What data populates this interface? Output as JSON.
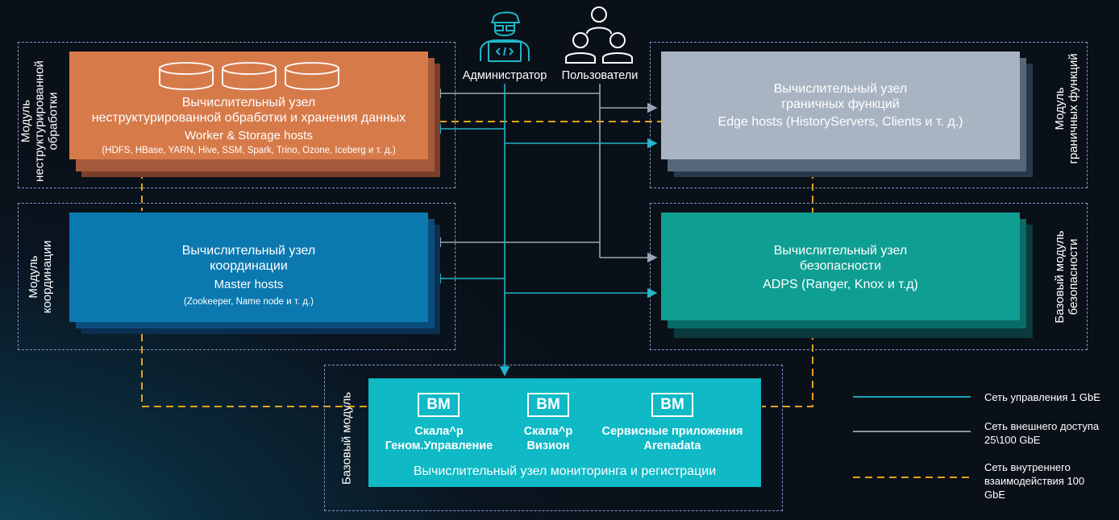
{
  "modules": {
    "unstructured": {
      "label_line1": "Модуль",
      "label_line2": "неструктурированной",
      "label_line3": "обработки"
    },
    "coordination": {
      "label_line1": "Модуль",
      "label_line2": "координации"
    },
    "edge": {
      "label_line1": "Модуль",
      "label_line2": "граничных функций"
    },
    "security": {
      "label_line1": "Базовый модуль",
      "label_line2": "безопасности"
    },
    "base": {
      "label": "Базовый модуль"
    }
  },
  "nodes": {
    "worker": {
      "title_line1": "Вычислительный узел",
      "title_line2": "неструктурированной обработки и хранения данных",
      "subtitle": "Worker & Storage hosts",
      "details": "(HDFS, HBase, YARN, Hive, SSM, Spark, Trino, Ozone, Iceberg  и т. д.)"
    },
    "master": {
      "title_line1": "Вычислительный узел",
      "title_line2": "координации",
      "subtitle": "Master hosts",
      "details": "(Zookeeper, Name node и т. д.)"
    },
    "edge": {
      "title_line1": "Вычислительный узел",
      "title_line2": "граничных функций",
      "subtitle": "Edge hosts (HistoryServers, Clients и т. д.)"
    },
    "security": {
      "title_line1": "Вычислительный узел",
      "title_line2": "безопасности",
      "subtitle": "ADPS (Ranger, Knox и т.д)"
    },
    "monitoring": {
      "title": "Вычислительный узел мониторинга и регистрации",
      "vms": [
        {
          "badge": "ВМ",
          "line1": "Скала^р",
          "line2": "Геном.Управление"
        },
        {
          "badge": "ВМ",
          "line1": "Скала^р",
          "line2": "Визион"
        },
        {
          "badge": "ВМ",
          "line1": "Сервисные приложения",
          "line2": "Arenadata"
        }
      ]
    }
  },
  "actors": {
    "admin": {
      "label": "Администратор",
      "icon": "administrator-icon"
    },
    "users": {
      "label": "Пользователи",
      "icon": "users-icon"
    }
  },
  "legend": [
    {
      "style": "solid",
      "color": "#1fb6c9",
      "line1": "Сеть управления 1 GbE",
      "line2": "",
      "line3": ""
    },
    {
      "style": "solid",
      "color": "#9aa7b4",
      "line1": "Сеть внешнего доступа",
      "line2": "25\\100 GbE",
      "line3": ""
    },
    {
      "style": "dashed",
      "color": "#e3a21a",
      "line1": "Сеть внутреннего",
      "line2": "взаимодействия 100",
      "line3": "GbE"
    }
  ],
  "colors": {
    "worker": "#d77a4a",
    "master": "#0b79b0",
    "edge": "#a8b4c2",
    "security": "#0f9e92",
    "monitoring": "#0fb9c6",
    "management_line": "#1fb6c9",
    "external_line": "#9aa7b4",
    "internal_line": "#e3a21a",
    "frame": "#7f96c8"
  }
}
